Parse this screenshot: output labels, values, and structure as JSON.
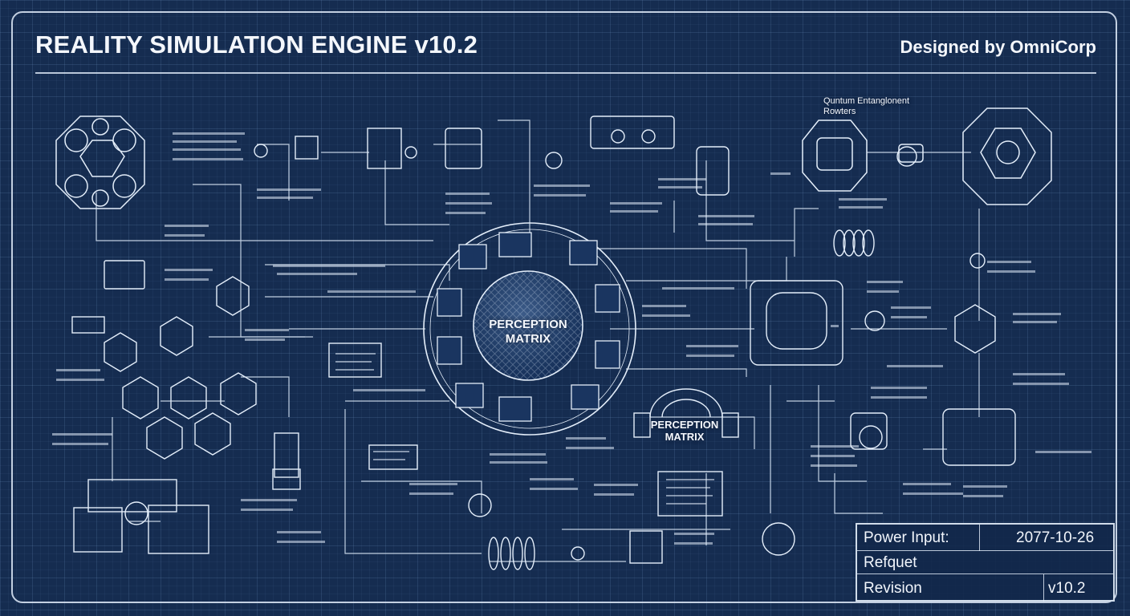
{
  "header": {
    "title": "REALITY SIMULATION ENGINE v10.2",
    "designer": "Designed by OmniCorp"
  },
  "labels": {
    "core_main_line1": "PERCEPTION",
    "core_main_line2": "MATRIX",
    "core_secondary_line1": "PERCEPTION",
    "core_secondary_line2": "MATRIX",
    "quantum_routers_line1": "Quntum Entanglonent",
    "quantum_routers_line2": "Rowters"
  },
  "title_block": {
    "power_label": "Power Input:",
    "date_value": "2077-10-26",
    "row2_label": "Refquet",
    "revision_label": "Revision",
    "revision_value": "v10.2"
  },
  "colors": {
    "background": "#152c50",
    "line": "#dce8f7"
  }
}
